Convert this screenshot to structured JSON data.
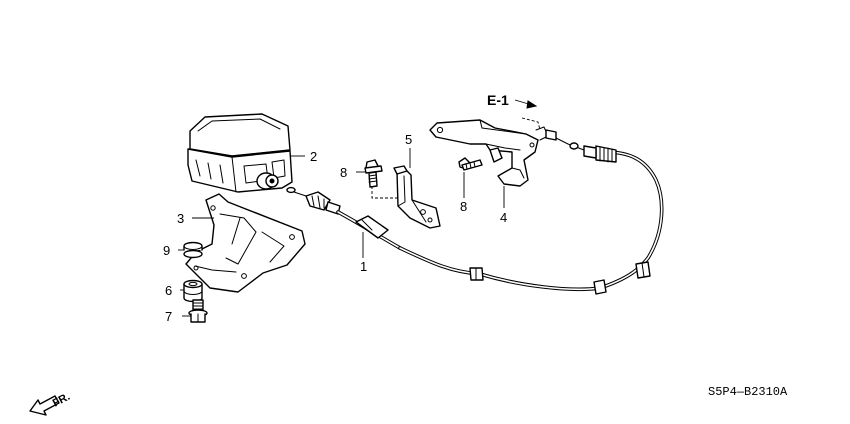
{
  "callouts": {
    "c1": "1",
    "c2": "2",
    "c3": "3",
    "c4": "4",
    "c5": "5",
    "c6": "6",
    "c7": "7",
    "c8a": "8",
    "c8b": "8",
    "c9": "9"
  },
  "reference": {
    "label": "E-1"
  },
  "direction": {
    "label": "FR."
  },
  "diagram_code": "S5P4—B2310A",
  "icons": {
    "fr_arrow": "front-direction-arrow-icon",
    "ref_arrow": "reference-arrow-icon"
  }
}
